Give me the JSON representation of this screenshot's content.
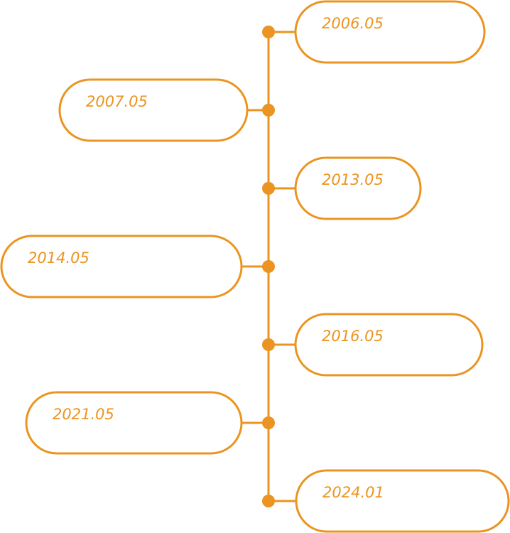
{
  "timeline": {
    "accent_color": "#EB9421",
    "events": [
      {
        "date": "2006.05",
        "side": "right"
      },
      {
        "date": "2007.05",
        "side": "left"
      },
      {
        "date": "2013.05",
        "side": "right"
      },
      {
        "date": "2014.05",
        "side": "left"
      },
      {
        "date": "2016.05",
        "side": "right"
      },
      {
        "date": "2021.05",
        "side": "left"
      },
      {
        "date": "2024.01",
        "side": "right"
      }
    ]
  }
}
